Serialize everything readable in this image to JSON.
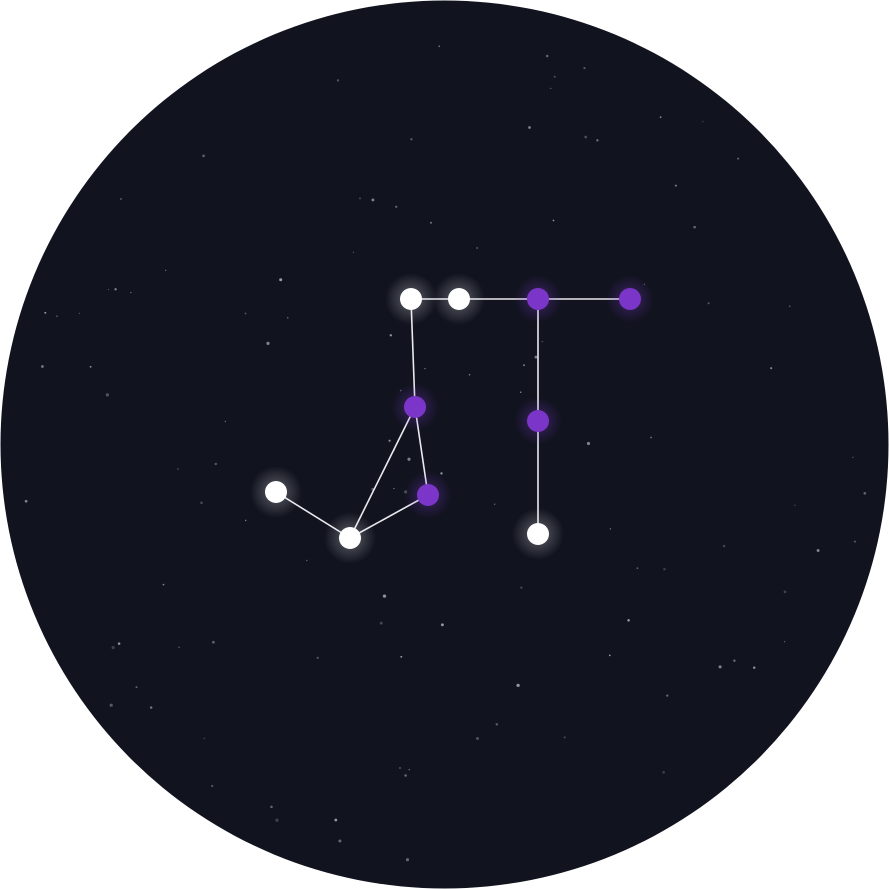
{
  "colors": {
    "sky": "#11131f",
    "background": "#ffffff",
    "line": "#e9e9ee",
    "star_white": "#ffffff",
    "star_purple": "#7b35c9",
    "glow_white": "#ffffff",
    "glow_purple": "#8a3fe0",
    "background_star": "#c9ccd8"
  },
  "constellation": {
    "line_color": "line",
    "node_types": [
      "white",
      "purple"
    ]
  }
}
